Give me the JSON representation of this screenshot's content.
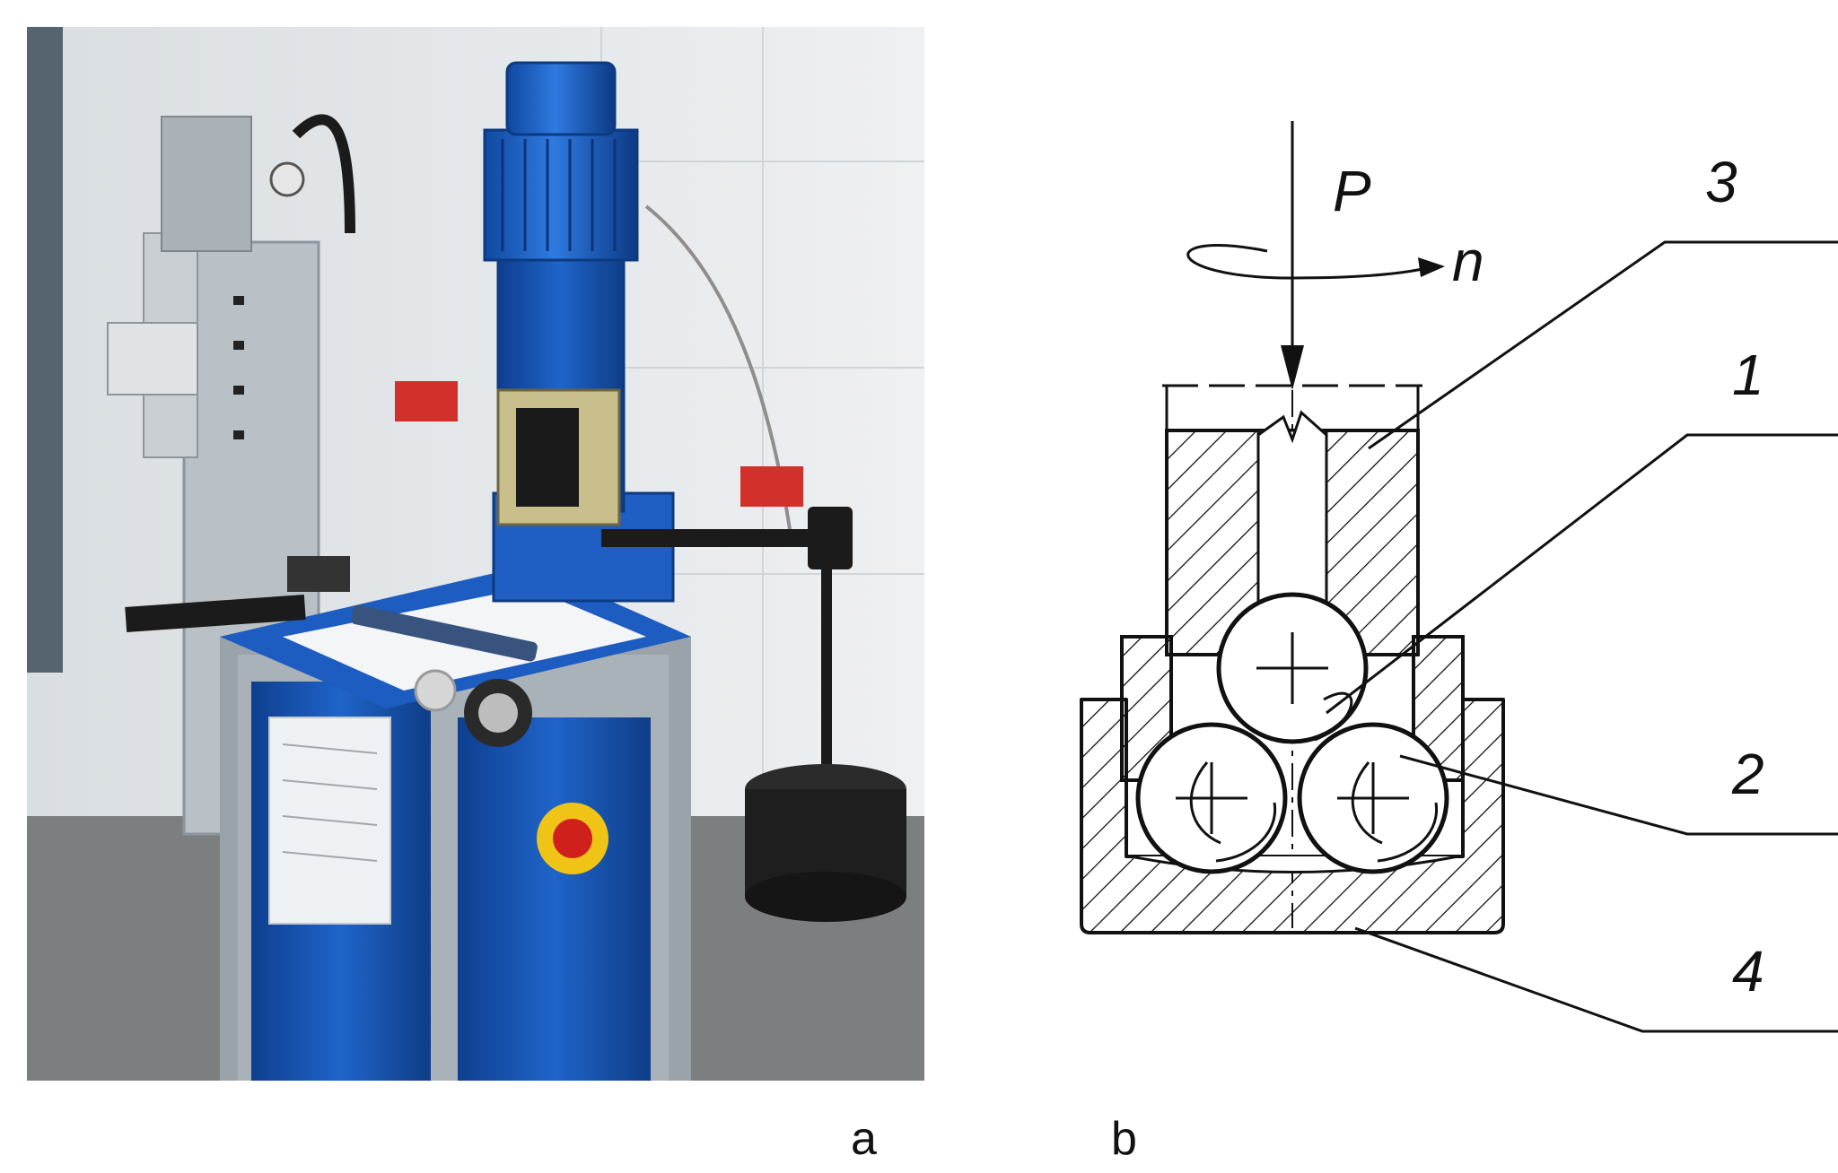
{
  "panels": {
    "a": {
      "caption": "a"
    },
    "b": {
      "caption": "b"
    }
  },
  "diagram": {
    "force_label": "P",
    "rotation_label": "n",
    "callouts": [
      "3",
      "1",
      "2",
      "4"
    ]
  }
}
